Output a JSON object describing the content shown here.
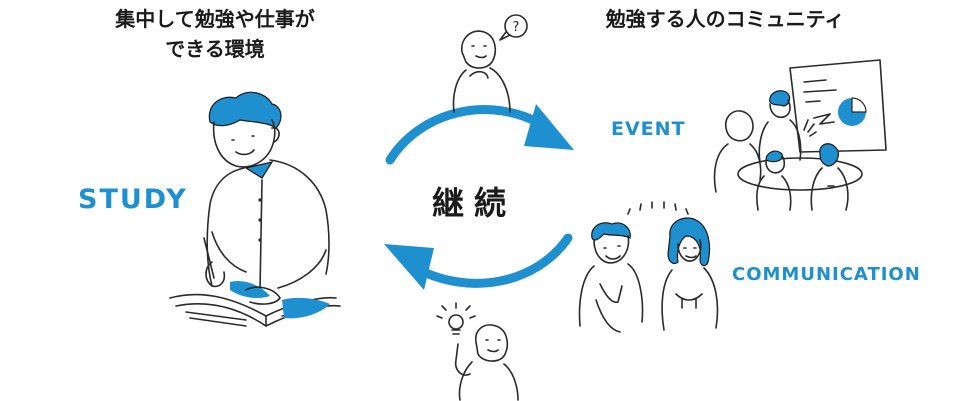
{
  "headings": {
    "left_line1": "集中して勉強や仕事が",
    "left_line2": "できる環境",
    "right": "勉強する人のコミュニティ"
  },
  "labels": {
    "study": "STUDY",
    "event": "EVENT",
    "communication": "COMMUNICATION",
    "center": "継続"
  },
  "thought_bubble": "?",
  "colors": {
    "accent": "#1e8fcf",
    "ink": "#1a1a1a",
    "background": "#ffffff"
  },
  "icons": [
    "question-bubble-icon",
    "lightbulb-icon",
    "cycle-arrow-icon",
    "presentation-board-icon",
    "pie-chart-icon"
  ]
}
